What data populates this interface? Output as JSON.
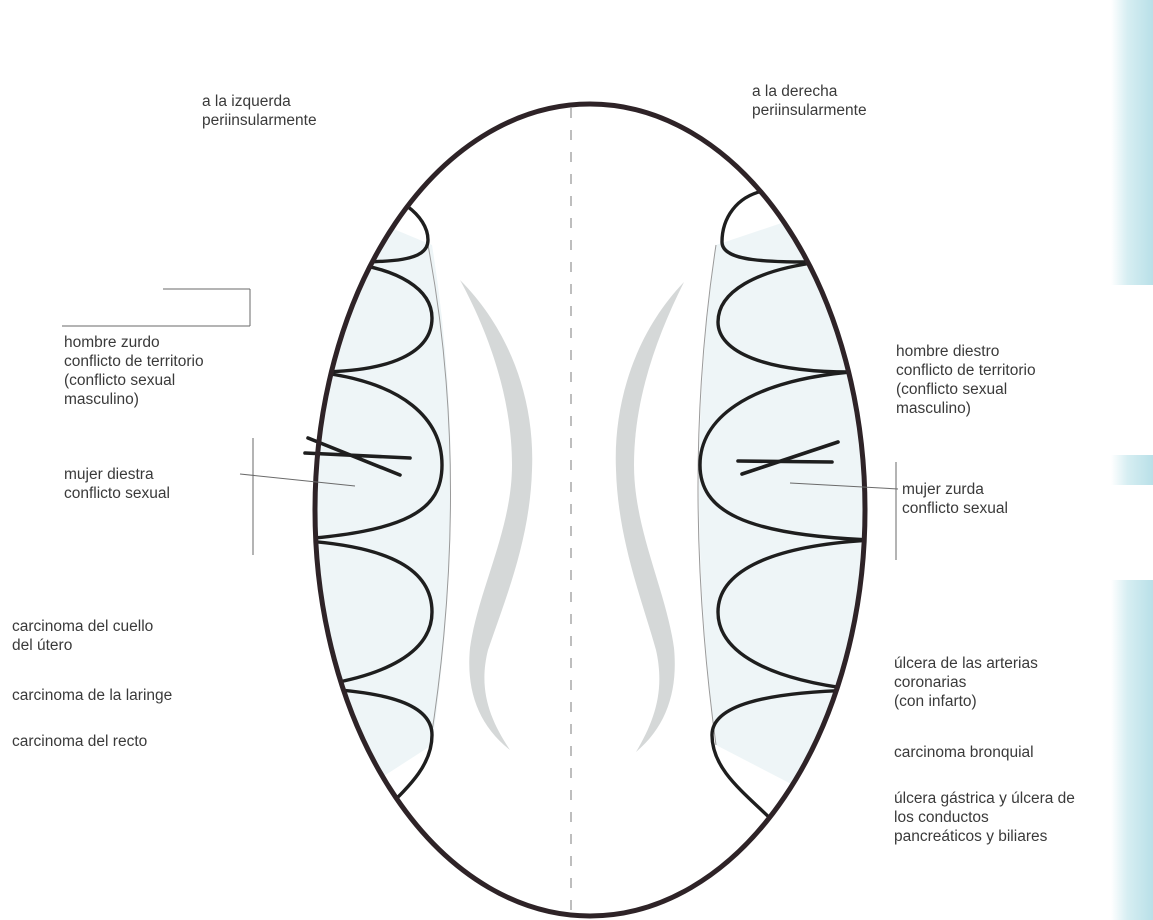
{
  "colors": {
    "outline": "#2e2327",
    "lobe_fill": "#eef5f7",
    "stroke": "#1e1e1e",
    "gray_shape": "#d5d8d8",
    "text": "#3a3a3a",
    "side_band": "#c4e6ec"
  },
  "labels": {
    "top_left": [
      "a la izquerda",
      "periinsularmente"
    ],
    "top_right": [
      "a la derecha",
      "periinsularmente"
    ],
    "left_man": [
      "hombre zurdo",
      "conflicto de territorio",
      "(conflicto sexual",
      "masculino)"
    ],
    "left_woman": [
      "mujer diestra",
      "conflicto sexual"
    ],
    "right_man": [
      "hombre diestro",
      "conflicto de territorio",
      "(conflicto sexual",
      "masculino)"
    ],
    "right_woman": [
      "mujer zurda",
      "conflicto sexual"
    ],
    "left_cervix": [
      "carcinoma del cuello",
      "del útero"
    ],
    "left_larynx": "carcinoma de la laringe",
    "left_rectum": "carcinoma del recto",
    "right_coronary": [
      "úlcera de las arterias",
      "coronarias",
      "(con infarto)"
    ],
    "right_bronchial": "carcinoma bronquial",
    "right_gastric": [
      "úlcera gástrica y úlcera de",
      "los conductos",
      "pancreáticos y biliares"
    ]
  }
}
